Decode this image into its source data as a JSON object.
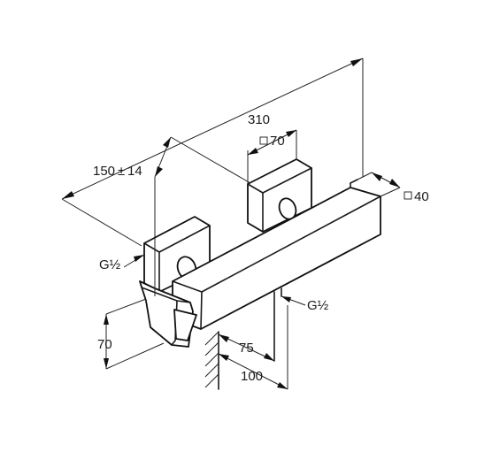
{
  "drawing": {
    "dim_overall_width": "310",
    "dim_centre_distance": "150",
    "dim_tolerance": "14",
    "dim_rosette_size": "70",
    "dim_body_section": "40",
    "dim_thread_left": "G½",
    "dim_thread_bottom": "G½",
    "dim_height": "70",
    "dim_projection_outlet": "75",
    "dim_projection_body": "100"
  }
}
